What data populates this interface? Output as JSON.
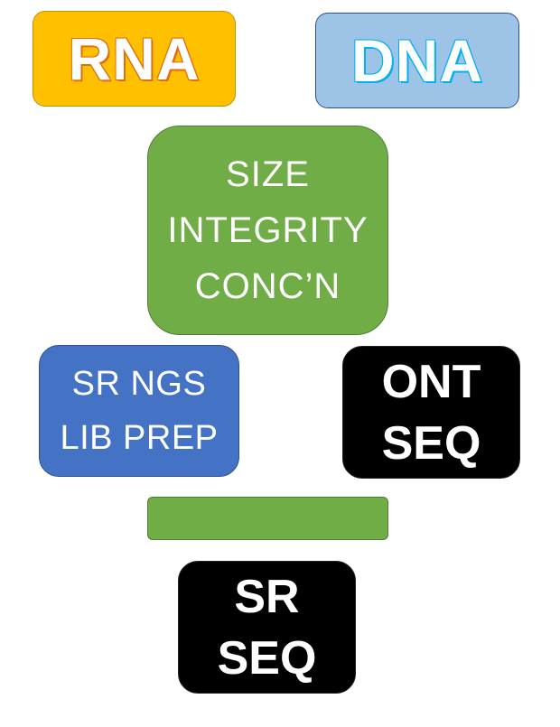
{
  "boxes": {
    "rna": {
      "label": "RNA"
    },
    "dna": {
      "label": "DNA"
    },
    "qc": {
      "lines": [
        "SIZE",
        "INTEGRITY",
        "CONC’N"
      ]
    },
    "sr_lib_prep": {
      "lines": [
        "SR NGS",
        "LIB PREP"
      ]
    },
    "ont_seq": {
      "lines": [
        "ONT",
        "SEQ"
      ]
    },
    "sr_seq": {
      "lines": [
        "SR",
        "SEQ"
      ]
    }
  },
  "colors": {
    "rna_fill": "#ffc000",
    "dna_fill": "#9dc3e6",
    "qc_fill": "#70ad47",
    "sr_lib_fill": "#4472c4",
    "seq_fill": "#000000",
    "bar_fill": "#70ad47"
  }
}
